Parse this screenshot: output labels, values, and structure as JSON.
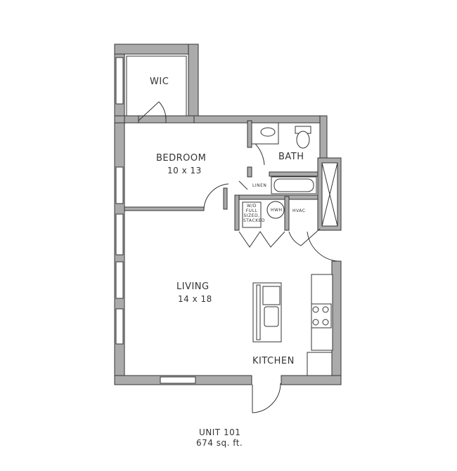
{
  "rooms": {
    "wic": {
      "name": "WIC"
    },
    "bedroom": {
      "name": "BEDROOM",
      "dimensions": "10 x 13"
    },
    "bath": {
      "name": "BATH"
    },
    "linen": {
      "name": "LINEN"
    },
    "laundry": {
      "name": "W/D FULL SIZED, STACKED"
    },
    "water_heater": {
      "name": "HWH"
    },
    "hvac": {
      "name": "HVAC"
    },
    "living": {
      "name": "LIVING",
      "dimensions": "14 x 18"
    },
    "kitchen": {
      "name": "KITCHEN"
    }
  },
  "caption": {
    "unit": "UNIT 101",
    "area": "674 sq. ft."
  },
  "colors": {
    "wall": "#ababab",
    "line": "#333333"
  }
}
